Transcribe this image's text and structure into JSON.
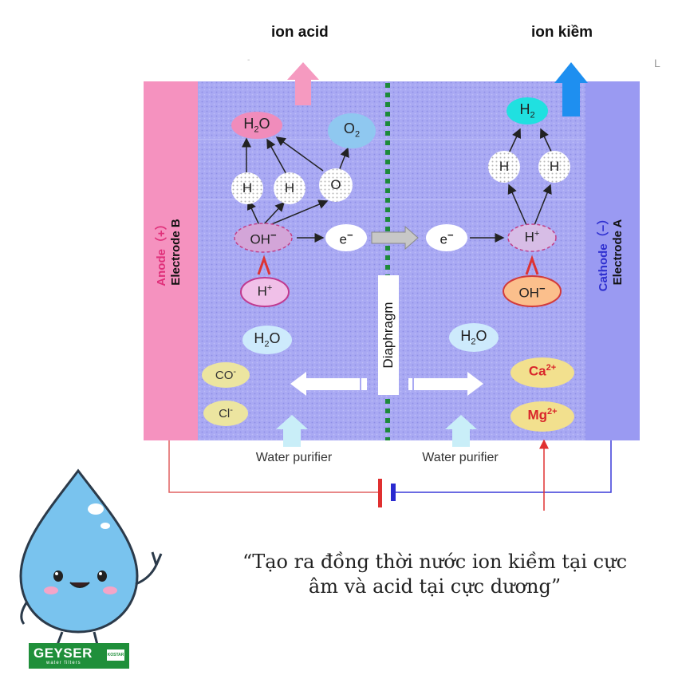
{
  "headers": {
    "left": "ion acid",
    "right": "ion kiềm"
  },
  "electrodes": {
    "anode_sign": "Anode（+）",
    "anode_name": "Electrode B",
    "cathode_sign": "Cathode（−）",
    "cathode_name": "Electrode A"
  },
  "diaphragm_label": "Diaphragm",
  "purifier": {
    "left": "Water purifier",
    "right": "Water purifier"
  },
  "molecules": {
    "h2o_top": {
      "main": "H",
      "sub": "2",
      "tail": "O"
    },
    "o2": {
      "main": "O",
      "sub": "2"
    },
    "h_left_1": "H",
    "h_left_2": "H",
    "o_left": "O",
    "oh_left": "OH",
    "oh_left_charge": "−",
    "e_left": "e",
    "e_left_charge": "−",
    "e_right": "e",
    "e_right_charge": "−",
    "hplus_left": "H",
    "hplus_left_charge": "+",
    "hplus_right": "H",
    "hplus_right_charge": "+",
    "h2": {
      "main": "H",
      "sub": "2"
    },
    "h_right_1": "H",
    "h_right_2": "H",
    "oh_right": "OH",
    "oh_right_charge": "−",
    "h2o_left": {
      "main": "H",
      "sub": "2",
      "tail": "O"
    },
    "h2o_right": {
      "main": "H",
      "sub": "2",
      "tail": "O"
    },
    "co": "CO",
    "co_charge": "-",
    "cl": "Cl",
    "cl_charge": "-",
    "ca": "Ca",
    "ca_charge": "2+",
    "mg": "Mg",
    "mg_charge": "2+"
  },
  "quote": {
    "line1": "“Tạo ra đồng thời nước ion kiềm tại cực",
    "line2": "âm và acid tại cực dương”"
  },
  "logo": {
    "brand": "GEYSER",
    "tagline": "water filters",
    "badge": "KOSTAR"
  },
  "colors": {
    "anode": "#f28dbb",
    "cathode": "#9b9bf0",
    "chamber": "#a8a8f2",
    "diaphragm": "#1d8a3a",
    "acid_arrow": "#f48fb1",
    "alkaline_arrow": "#1e90ff",
    "wire_left": "#e05a5a",
    "wire_right": "#3a3ad8",
    "mascot": "#79c3ee",
    "logo_bg": "#1f8f3a"
  }
}
